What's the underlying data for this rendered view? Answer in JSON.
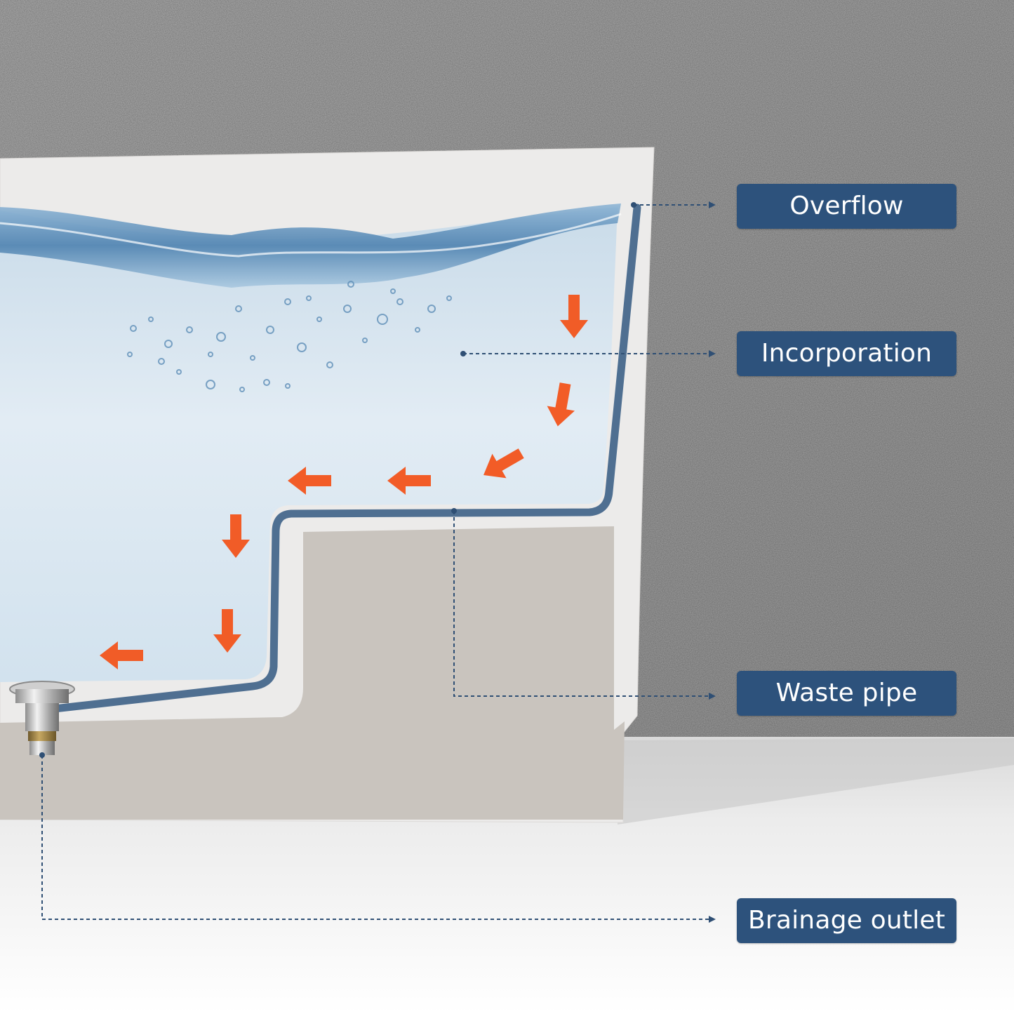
{
  "labels": {
    "overflow": "Overflow",
    "incorporation": "Incorporation",
    "waste_pipe": "Waste pipe",
    "brainage_outlet": "Brainage outlet"
  },
  "colors": {
    "label_bg": "#2d527c",
    "pipe": "#4f6f91",
    "arrow": "#f2541b",
    "wall": "#a8a8a8",
    "floor": "#e9e9e9",
    "tub": "#ecebea",
    "tub_inner": "#cac5bf",
    "water_top": "#cfe0ec",
    "water_bottom": "#eef4f9"
  }
}
